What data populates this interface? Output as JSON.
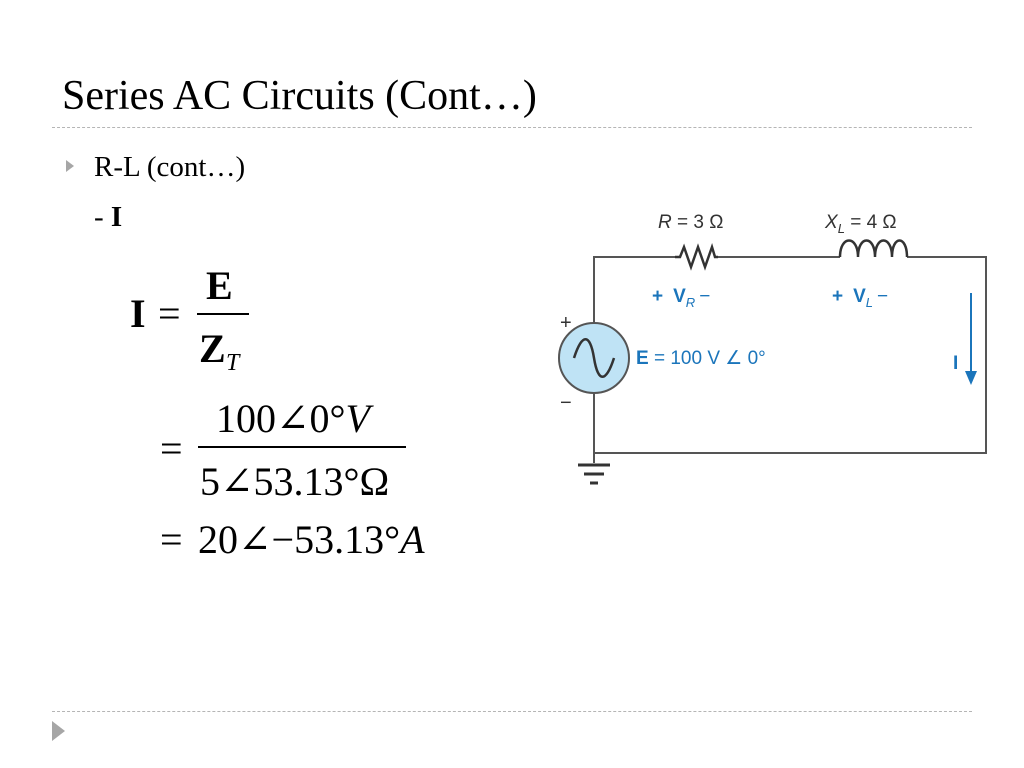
{
  "slide": {
    "title": "Series AC Circuits (Cont…)",
    "bullet": "R-L (cont…)",
    "sub_bullet_dash": "- ",
    "sub_bullet_symbol": "I"
  },
  "equation": {
    "line1": {
      "lhs": "I",
      "equals": "=",
      "numerator": "E",
      "denominator_main": "Z",
      "denominator_sub": "T"
    },
    "line2": {
      "equals": "=",
      "numerator": "100∠0°",
      "numerator_unit": "V",
      "denominator": "5∠53.13°Ω"
    },
    "line3": {
      "equals": "=",
      "value": "20∠−53.13°",
      "unit": "A"
    }
  },
  "circuit": {
    "resistor_label_symbol": "R",
    "resistor_label_value": " = 3 Ω",
    "inductor_label_symbol": "X",
    "inductor_label_sub": "L",
    "inductor_label_value": " = 4 Ω",
    "vr_plus": "+",
    "vr_symbol": "V",
    "vr_sub": "R",
    "vr_minus": "−",
    "vl_plus": "+",
    "vl_symbol": "V",
    "vl_sub": "L",
    "vl_minus": "−",
    "source_plus": "+",
    "source_minus": "−",
    "source_symbol": "E",
    "source_value": " = 100 V ∠ 0°",
    "current_label": "I",
    "colors": {
      "wire": "#555555",
      "source_fill": "#bfe3f5",
      "blue_label": "#1b75bb",
      "arrow": "#1b75bb"
    }
  }
}
